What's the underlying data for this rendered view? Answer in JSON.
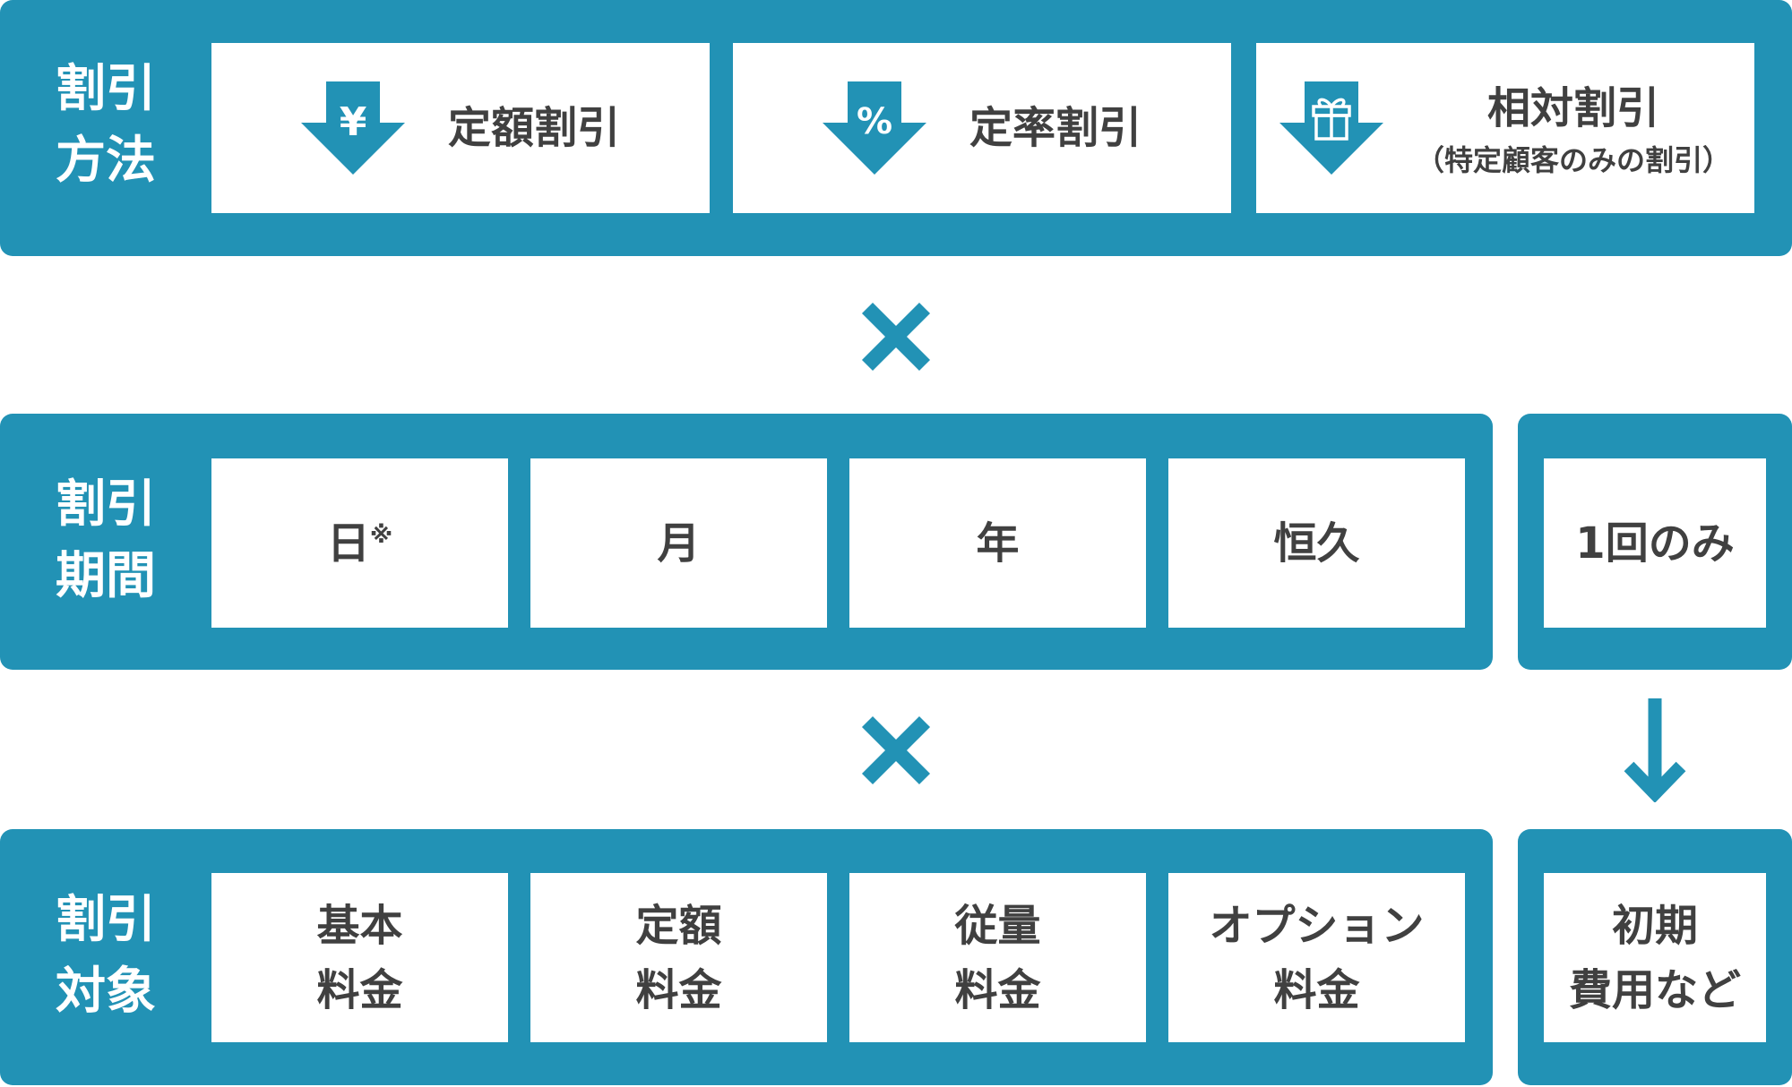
{
  "rows": [
    {
      "label": [
        "割引",
        "方法"
      ],
      "items": [
        {
          "icon": "yen-down-arrow-icon",
          "symbol": "¥",
          "text": "定額割引"
        },
        {
          "icon": "percent-down-arrow-icon",
          "symbol": "%",
          "text": "定率割引"
        },
        {
          "icon": "gift-down-arrow-icon",
          "text": "相対割引",
          "sub": "（特定顧客のみの割引）"
        }
      ]
    },
    {
      "label": [
        "割引",
        "期間"
      ],
      "items": [
        {
          "text": "日",
          "note": "※"
        },
        {
          "text": "月"
        },
        {
          "text": "年"
        },
        {
          "text": "恒久"
        }
      ],
      "side": {
        "text": "1回のみ"
      }
    },
    {
      "label": [
        "割引",
        "対象"
      ],
      "items": [
        {
          "lines": [
            "基本",
            "料金"
          ]
        },
        {
          "lines": [
            "定額",
            "料金"
          ]
        },
        {
          "lines": [
            "従量",
            "料金"
          ]
        },
        {
          "lines": [
            "オプション",
            "料金"
          ]
        }
      ],
      "side": {
        "lines": [
          "初期",
          "費用など"
        ]
      }
    }
  ],
  "operators": [
    "multiply-icon",
    "multiply-icon",
    "down-arrow-icon"
  ],
  "colors": {
    "accent": "#2292b5",
    "text": "#404040",
    "box": "#ffffff"
  }
}
